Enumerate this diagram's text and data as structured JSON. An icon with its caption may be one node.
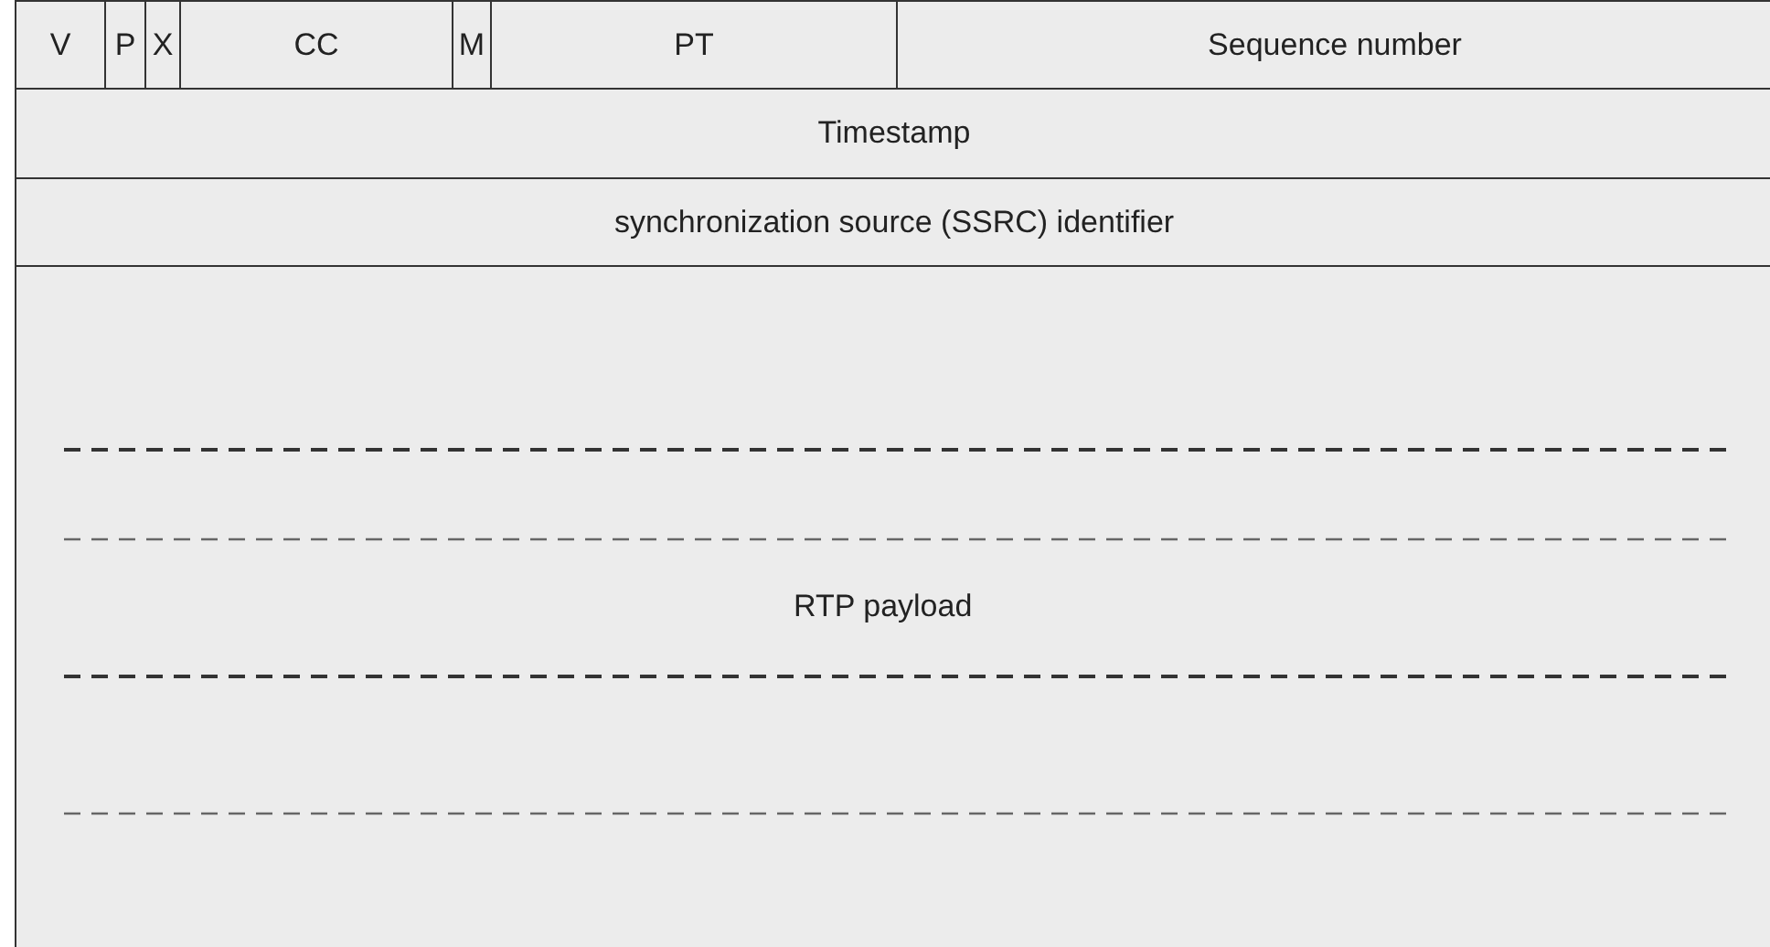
{
  "diagram": {
    "labels": [
      "V",
      "P",
      "X",
      "CC",
      "M",
      "PT",
      "Sequence number",
      "Timestamp",
      "synchronization source (SSRC) identifier",
      "RTP payload"
    ]
  }
}
